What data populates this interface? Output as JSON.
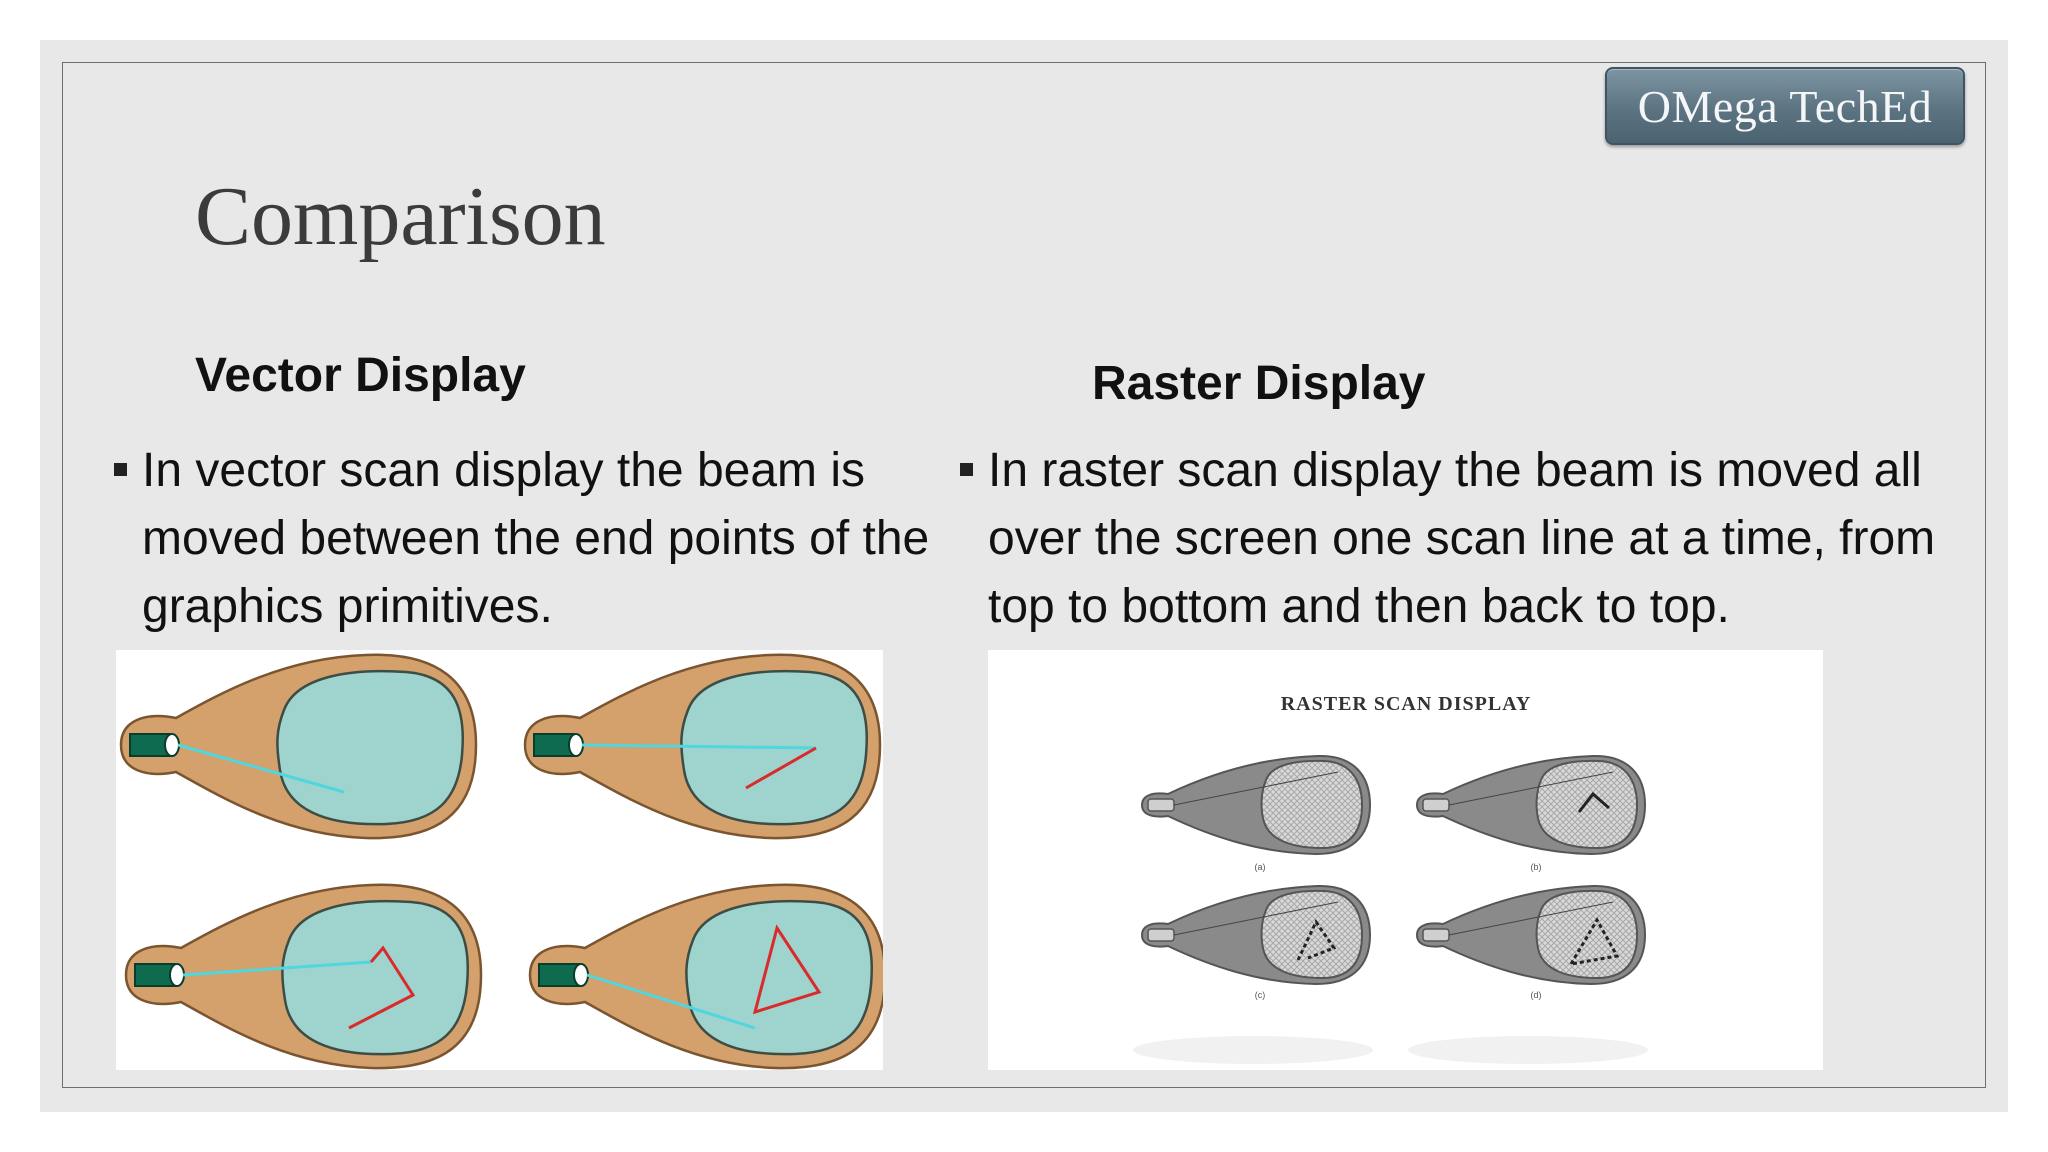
{
  "brand": {
    "label": "OMega TechEd"
  },
  "slide": {
    "title": "Comparison"
  },
  "columns": [
    {
      "heading": "Vector Display",
      "bullet": "In vector scan display the beam is moved between the end points of the graphics primitives.",
      "figure": {
        "icon": "vector-scan-crt-illustration"
      }
    },
    {
      "heading": "Raster Display",
      "bullet": "In raster scan display the beam is moved all over the screen one scan line at a time, from top to bottom and then back to top.",
      "figure": {
        "icon": "raster-scan-crt-illustration",
        "caption": "RASTER SCAN DISPLAY",
        "panel_labels": [
          "(a)",
          "(b)",
          "(c)",
          "(d)"
        ]
      }
    }
  ],
  "colors": {
    "crt_body": "#d4a06c",
    "crt_screen": "#9fd3cd",
    "beam": "#4fd6de",
    "primitive": "#d92b2b",
    "gun": "#0f6b50"
  }
}
